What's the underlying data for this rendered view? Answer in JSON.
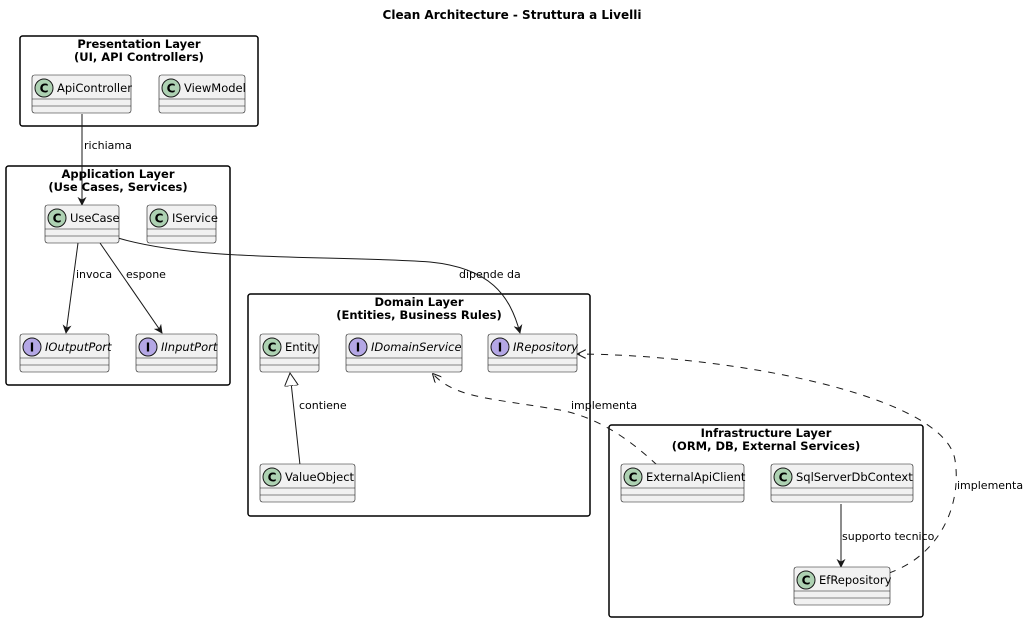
{
  "title": "Clean Architecture - Struttura a Livelli",
  "packages": {
    "presentation": {
      "title1": "Presentation Layer",
      "title2": "(UI, API Controllers)"
    },
    "application": {
      "title1": "Application Layer",
      "title2": "(Use Cases, Services)"
    },
    "domain": {
      "title1": "Domain Layer",
      "title2": "(Entities, Business Rules)"
    },
    "infrastructure": {
      "title1": "Infrastructure Layer",
      "title2": "(ORM, DB, External Services)"
    }
  },
  "classes": {
    "api_controller": {
      "name": "ApiController",
      "kind": "C"
    },
    "view_model": {
      "name": "ViewModel",
      "kind": "C"
    },
    "use_case": {
      "name": "UseCase",
      "kind": "C"
    },
    "iservice": {
      "name": "IService",
      "kind": "C"
    },
    "ioutput_port": {
      "name": "IOutputPort",
      "kind": "I"
    },
    "iinput_port": {
      "name": "IInputPort",
      "kind": "I"
    },
    "entity": {
      "name": "Entity",
      "kind": "C"
    },
    "idomain_service": {
      "name": "IDomainService",
      "kind": "I"
    },
    "irepository": {
      "name": "IRepository",
      "kind": "I"
    },
    "value_object": {
      "name": "ValueObject",
      "kind": "C"
    },
    "external_api_client": {
      "name": "ExternalApiClient",
      "kind": "C"
    },
    "sql_server_db_context": {
      "name": "SqlServerDbContext",
      "kind": "C"
    },
    "ef_repository": {
      "name": "EfRepository",
      "kind": "C"
    }
  },
  "edges": {
    "richiama": "richiama",
    "invoca": "invoca",
    "espone": "espone",
    "dipende_da": "dipende da",
    "contiene": "contiene",
    "implementa_domain": "implementa",
    "implementa_repo": "implementa",
    "supporto_tecnico": "supporto tecnico"
  },
  "colors": {
    "class_icon": "#add1b2",
    "interface_icon": "#b4a7e5",
    "class_fill": "#f1f1f1"
  }
}
